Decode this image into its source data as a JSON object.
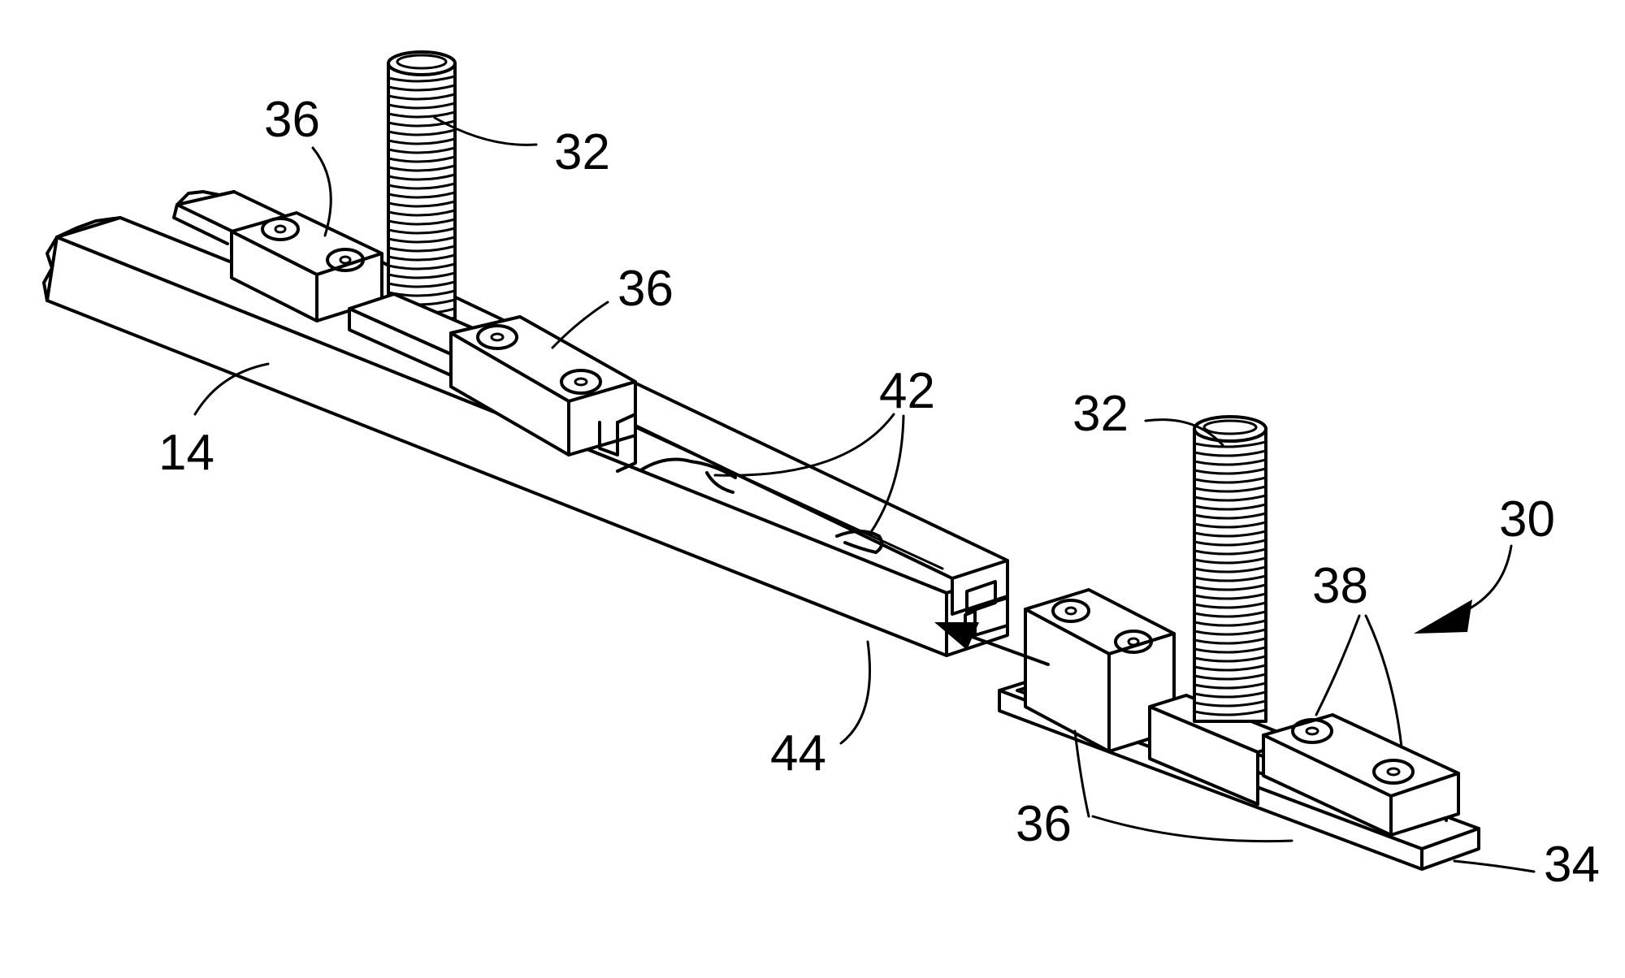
{
  "labels": {
    "rod_left": "32",
    "rod_right": "32",
    "rail": "14",
    "clamp_top_left": "36",
    "clamp_mid": "36",
    "clamp_bottom": "36",
    "indent": "42",
    "groove": "44",
    "assembly": "30",
    "screws": "38",
    "base": "34"
  }
}
